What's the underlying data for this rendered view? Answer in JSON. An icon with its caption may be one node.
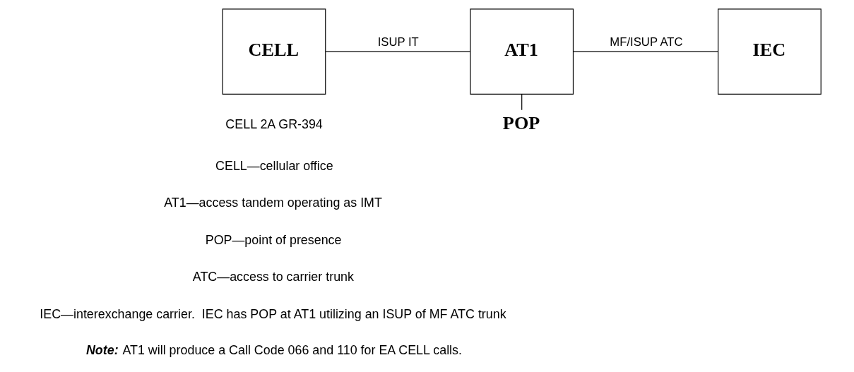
{
  "diagram": {
    "nodes": [
      {
        "text": [
          "CELL"
        ]
      },
      {
        "text": [
          "AT1"
        ]
      },
      {
        "text": [
          "IEC"
        ]
      },
      {
        "text": [
          "POP"
        ]
      }
    ],
    "edges": [
      {
        "from": 0,
        "to": 1,
        "arrow": "none",
        "label": "ISUP IT"
      },
      {
        "from": 1,
        "to": 2,
        "arrow": "none",
        "label": "MF/ISUP ATC"
      },
      {
        "from": 1,
        "to": 3,
        "arrow": "none"
      }
    ],
    "labels": [
      "CELL 2A GR-394",
      "CELL—cellular office",
      "AT1—access tandem operating as IMT",
      "POP—point of presence",
      "ATC—access to carrier trunk",
      "IEC—interexchange carrier.  IEC has POP at AT1 utilizing an ISUP of MF ATC trunk",
      "**Note:** AT1 will produce a Call Code 066 and 110 for EA CELL calls."
    ]
  }
}
